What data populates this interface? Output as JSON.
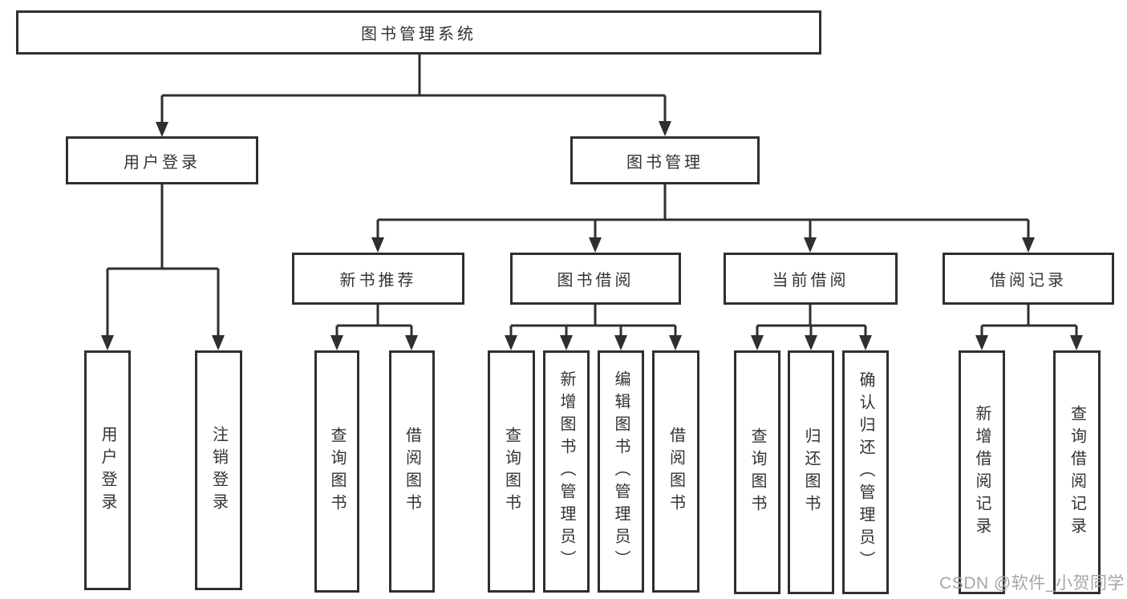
{
  "diagram_type": "hierarchy-tree",
  "colors": {
    "line": "#2f2f2f",
    "box_border": "#2f2f2f",
    "text": "#333333",
    "watermark": "#a6a6a6",
    "background": "#ffffff"
  },
  "tree": {
    "label": "图书管理系统",
    "children": [
      {
        "label": "用户登录",
        "children": [
          {
            "label": "用户登录"
          },
          {
            "label": "注销登录"
          }
        ]
      },
      {
        "label": "图书管理",
        "children": [
          {
            "label": "新书推荐",
            "children": [
              {
                "label": "查询图书"
              },
              {
                "label": "借阅图书"
              }
            ]
          },
          {
            "label": "图书借阅",
            "children": [
              {
                "label": "查询图书"
              },
              {
                "label": "新增图书（管理员）"
              },
              {
                "label": "编辑图书（管理员）"
              },
              {
                "label": "借阅图书"
              }
            ]
          },
          {
            "label": "当前借阅",
            "children": [
              {
                "label": "查询图书"
              },
              {
                "label": "归还图书"
              },
              {
                "label": "确认归还（管理员）"
              }
            ]
          },
          {
            "label": "借阅记录",
            "children": [
              {
                "label": "新增借阅记录"
              },
              {
                "label": "查询借阅记录"
              }
            ]
          }
        ]
      }
    ]
  },
  "watermark": {
    "text": "CSDN @软件_小贺同学"
  }
}
